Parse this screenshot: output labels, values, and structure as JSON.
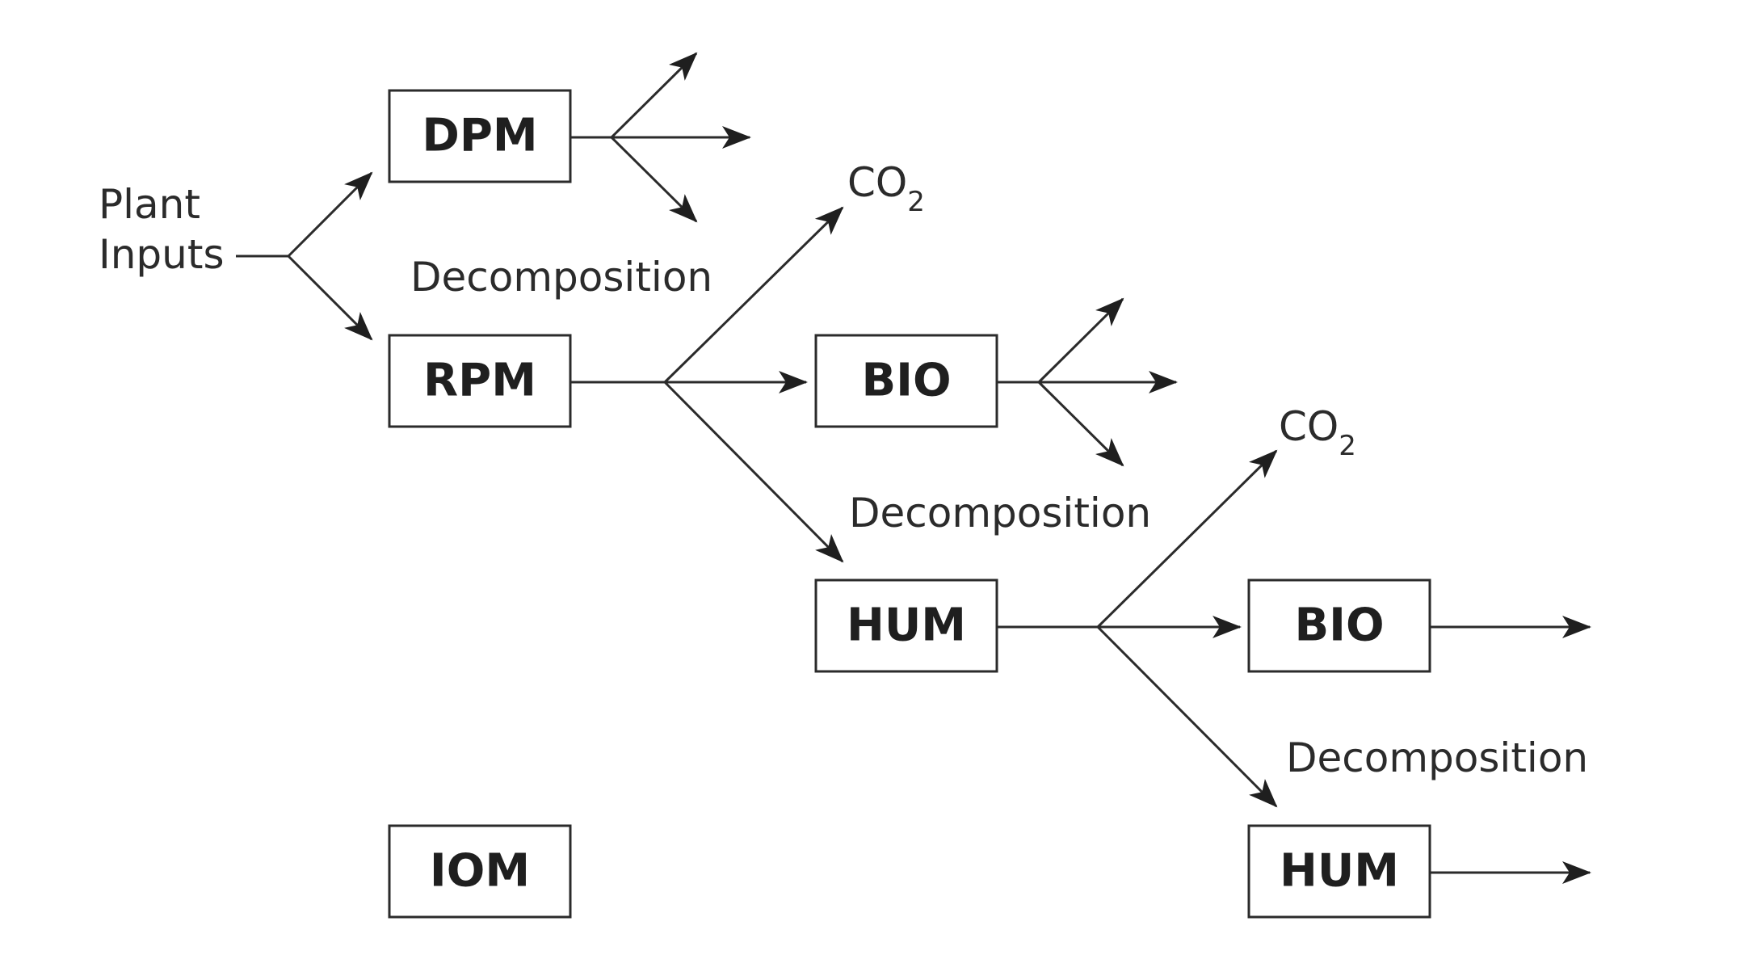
{
  "diagram": {
    "plant_inputs": {
      "line1": "Plant",
      "line2": "Inputs"
    },
    "pools": {
      "dpm": "DPM",
      "rpm": "RPM",
      "bio1": "BIO",
      "hum1": "HUM",
      "bio2": "BIO",
      "hum2": "HUM",
      "iom": "IOM"
    },
    "labels": {
      "decomposition_1": "Decomposition",
      "decomposition_2": "Decomposition",
      "decomposition_3": "Decomposition",
      "co2_1": {
        "main": "CO",
        "sub": "2"
      },
      "co2_2": {
        "main": "CO",
        "sub": "2"
      }
    }
  }
}
